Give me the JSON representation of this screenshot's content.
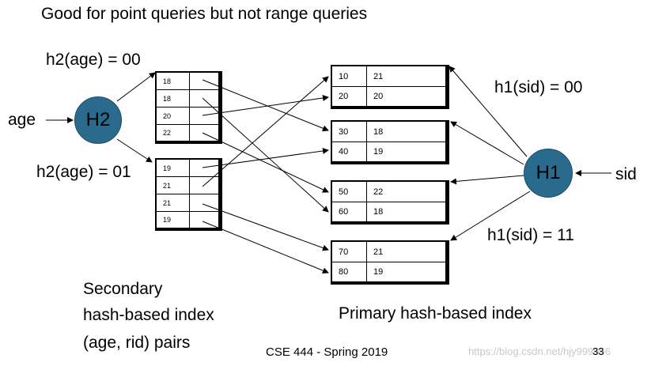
{
  "title": "Good for point queries but not range queries",
  "labels": {
    "h2_00": "h2(age) = 00",
    "h2_01": "h2(age) = 01",
    "h1_00": "h1(sid) = 00",
    "h1_11": "h1(sid) = 11",
    "age": "age",
    "sid": "sid"
  },
  "nodes": {
    "h2": "H2",
    "h1": "H1"
  },
  "secondary_caption": [
    "Secondary",
    "hash-based index",
    "(age, rid) pairs"
  ],
  "primary_caption": "Primary hash-based index",
  "footer": "CSE 444 - Spring 2019",
  "page_number": "33",
  "watermark": "https://blog.csdn.net/hjy999666",
  "secondary_buckets": [
    [
      "18",
      "18",
      "20",
      "22"
    ],
    [
      "19",
      "21",
      "21",
      "19"
    ]
  ],
  "primary_buckets": [
    [
      [
        "10",
        "21"
      ],
      [
        "20",
        "20"
      ]
    ],
    [
      [
        "30",
        "18"
      ],
      [
        "40",
        "19"
      ]
    ],
    [
      [
        "50",
        "22"
      ],
      [
        "60",
        "18"
      ]
    ],
    [
      [
        "70",
        "21"
      ],
      [
        "80",
        "19"
      ]
    ]
  ],
  "colors": {
    "node_fill": "#2a6a8c",
    "watermark": "#c8c8c8"
  }
}
